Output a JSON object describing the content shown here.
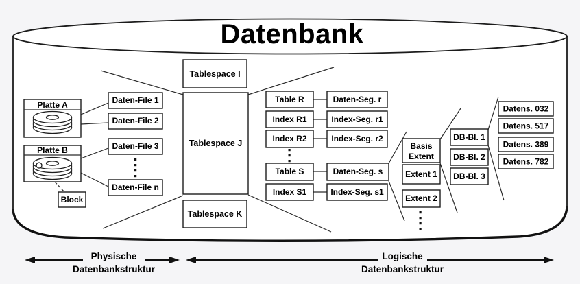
{
  "title": "Datenbank",
  "colors": {
    "background": "#f5f5f7",
    "box_fill": "#ffffff",
    "stroke": "#1c1c1c",
    "text": "#000000"
  },
  "physical": {
    "disks": [
      {
        "label": "Platte A"
      },
      {
        "label": "Platte B"
      }
    ],
    "block_label": "Block",
    "files": [
      "Daten-File 1",
      "Daten-File 2",
      "Daten-File 3",
      "Daten-File n"
    ]
  },
  "tablespaces": [
    "Tablespace I",
    "Tablespace J",
    "Tablespace K"
  ],
  "tables": [
    "Table R",
    "Index R1",
    "Index R2",
    "Table S",
    "Index S1"
  ],
  "segments": [
    "Daten-Seg. r",
    "Index-Seg. r1",
    "Index-Seg. r2",
    "Daten-Seg. s",
    "Index-Seg. s1"
  ],
  "extents": {
    "basis": {
      "line1": "Basis",
      "line2": "Extent"
    },
    "items": [
      "Extent 1",
      "Extent 2"
    ]
  },
  "blocks": [
    "DB-Bl. 1",
    "DB-Bl. 2",
    "DB-Bl. 3"
  ],
  "records": [
    "Datens. 032",
    "Datens. 517",
    "Datens. 389",
    "Datens. 782"
  ],
  "axes": {
    "physical": {
      "line1": "Physische",
      "line2": "Datenbankstruktur"
    },
    "logical": {
      "line1": "Logische",
      "line2": "Datenbankstruktur"
    }
  }
}
